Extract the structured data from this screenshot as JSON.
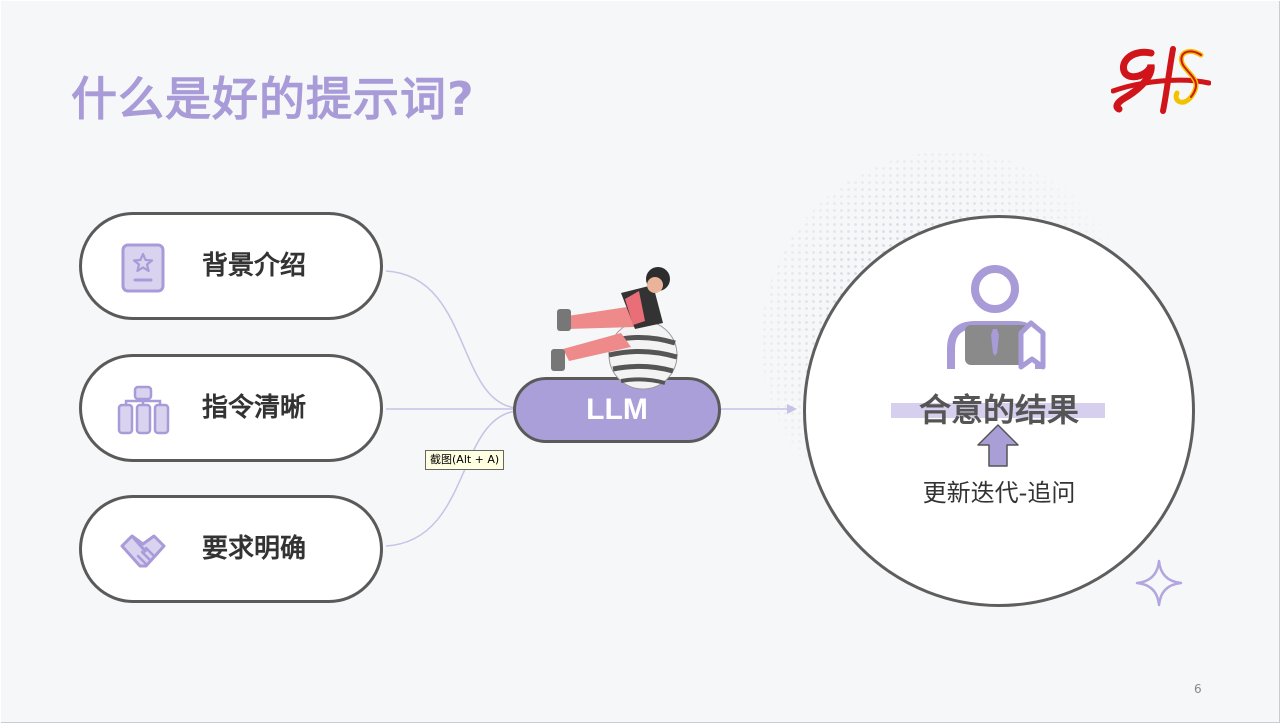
{
  "slide": {
    "title": "什么是好的提示词?",
    "page_number": "6",
    "logo": {
      "text": "GFS",
      "colors": [
        "#d0141a",
        "#f2c200"
      ]
    }
  },
  "items": [
    {
      "label": "背景介绍",
      "icon": "id-card-icon"
    },
    {
      "label": "指令清晰",
      "icon": "hierarchy-icon"
    },
    {
      "label": "要求明确",
      "icon": "handshake-icon"
    }
  ],
  "center": {
    "label": "LLM",
    "color": "#ab9fd9",
    "figure": "person-on-ball-illustration"
  },
  "result": {
    "title": "合意的结果",
    "subtitle": "更新迭代-追问",
    "icon": "person-presenter-icon"
  },
  "tooltip": {
    "text": "截图(Alt + A)"
  },
  "colors": {
    "accent": "#a99ad8",
    "outline": "#5a5a5a",
    "background": "#f5f7f8"
  }
}
